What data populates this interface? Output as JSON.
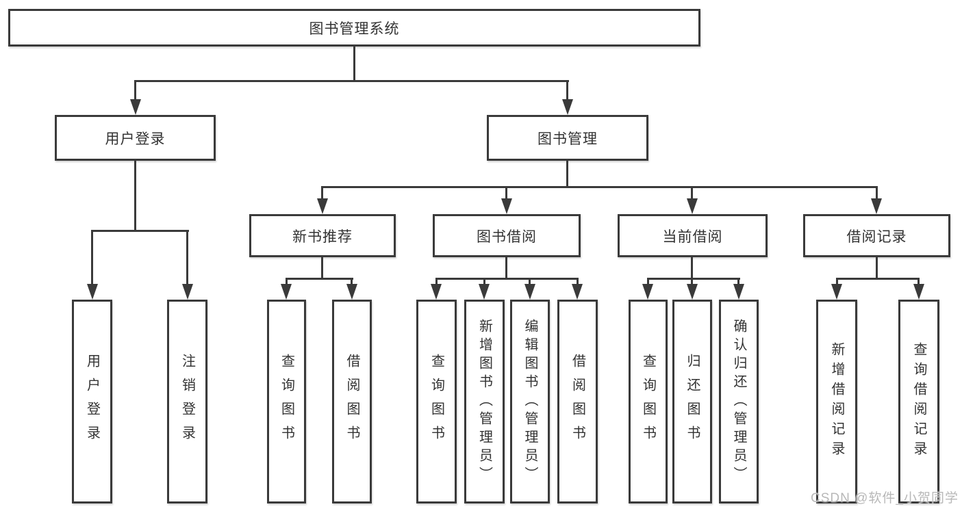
{
  "colors": {
    "line": "#3a3a3a",
    "box_border": "#3a3a3a",
    "box_fill": "#ffffff",
    "text": "#333333",
    "watermark": "#b8b8b8",
    "background": "#ffffff"
  },
  "watermark": {
    "text": "CSDN @软件_小贺同学"
  },
  "diagram": {
    "root": {
      "label": "图书管理系统"
    },
    "level2": [
      {
        "label": "用户登录"
      },
      {
        "label": "图书管理"
      }
    ],
    "level3": [
      {
        "label": "新书推荐"
      },
      {
        "label": "图书借阅"
      },
      {
        "label": "当前借阅"
      },
      {
        "label": "借阅记录"
      }
    ],
    "leaves": {
      "user_login": [
        "用户登录",
        "注销登录"
      ],
      "new_books": [
        "查询图书",
        "借阅图书"
      ],
      "book_borrowing": [
        "查询图书",
        "新增图书（管理员）",
        "编辑图书（管理员）",
        "借阅图书"
      ],
      "current_borrowing": [
        "查询图书",
        "归还图书",
        "确认归还（管理员）"
      ],
      "borrowing_records": [
        "新增借阅记录",
        "查询借阅记录"
      ]
    }
  }
}
